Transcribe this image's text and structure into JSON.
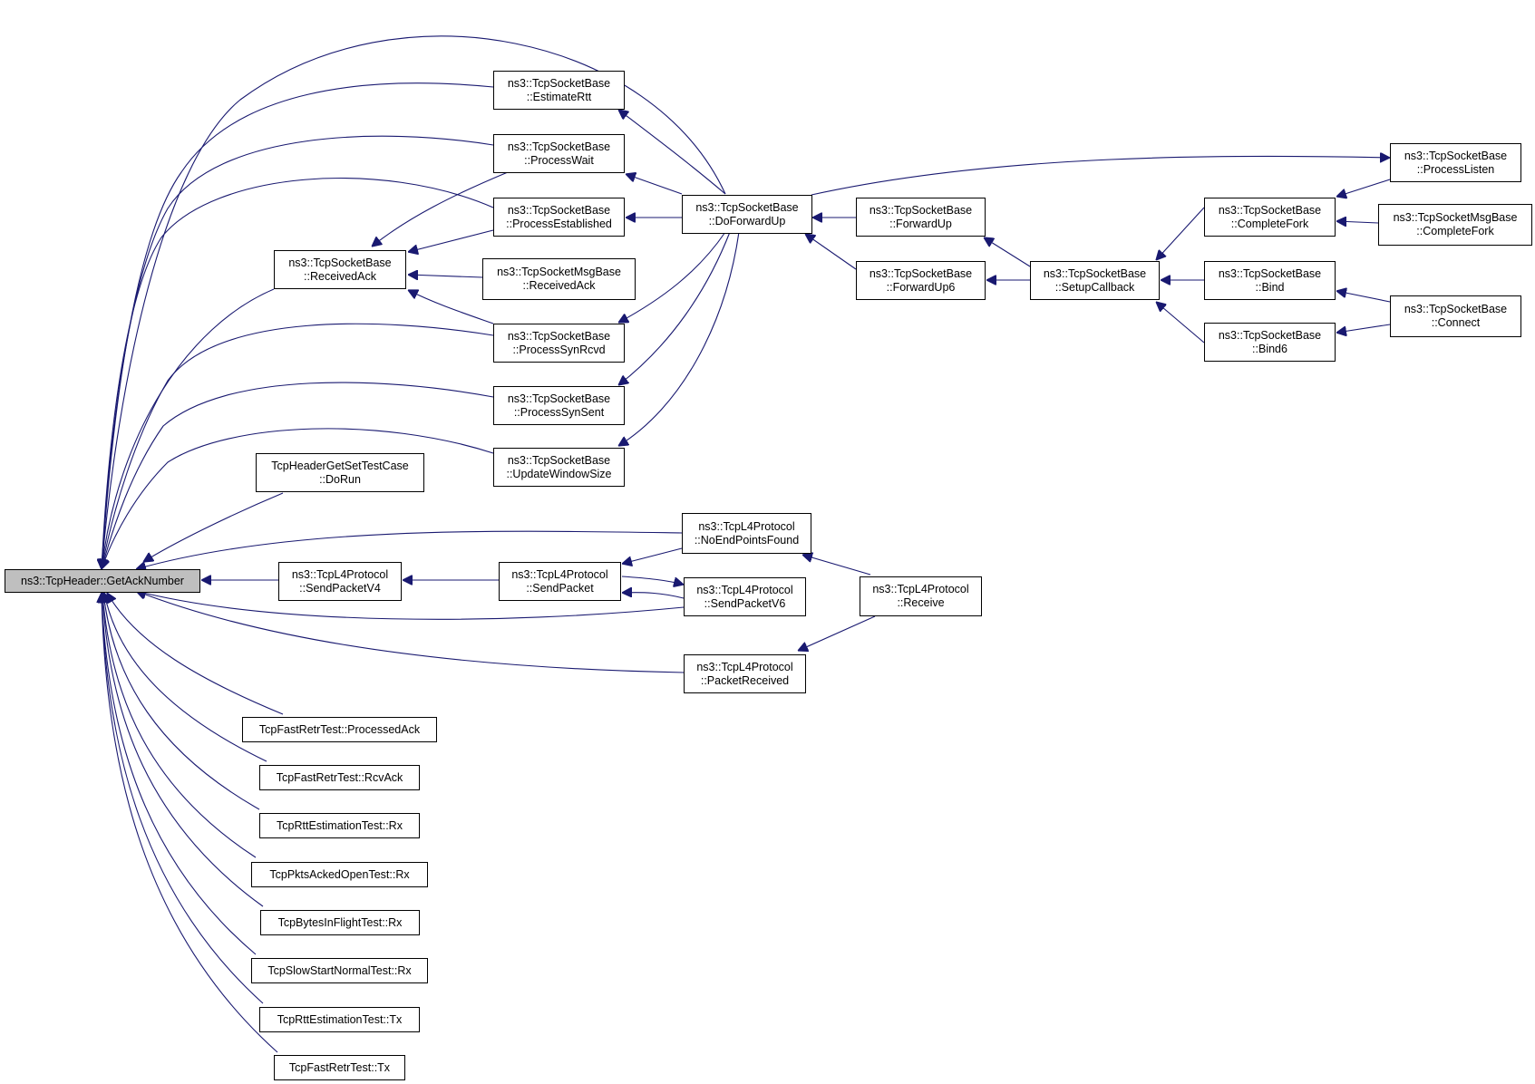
{
  "colors": {
    "edge": "#191970",
    "root_fill": "#bfbfbf",
    "node_fill": "#ffffff",
    "border": "#000000"
  },
  "nodes": {
    "getack": {
      "l1": "ns3::TcpHeader::GetAckNumber",
      "l2": ""
    },
    "estimate": {
      "l1": "ns3::TcpSocketBase",
      "l2": "::EstimateRtt"
    },
    "wait": {
      "l1": "ns3::TcpSocketBase",
      "l2": "::ProcessWait"
    },
    "established": {
      "l1": "ns3::TcpSocketBase",
      "l2": "::ProcessEstablished"
    },
    "recvack": {
      "l1": "ns3::TcpSocketBase",
      "l2": "::ReceivedAck"
    },
    "msgrecvack": {
      "l1": "ns3::TcpSocketMsgBase",
      "l2": "::ReceivedAck"
    },
    "synrcvd": {
      "l1": "ns3::TcpSocketBase",
      "l2": "::ProcessSynRcvd"
    },
    "synsent": {
      "l1": "ns3::TcpSocketBase",
      "l2": "::ProcessSynSent"
    },
    "updatewin": {
      "l1": "ns3::TcpSocketBase",
      "l2": "::UpdateWindowSize"
    },
    "hdrtest": {
      "l1": "TcpHeaderGetSetTestCase",
      "l2": "::DoRun"
    },
    "doforward": {
      "l1": "ns3::TcpSocketBase",
      "l2": "::DoForwardUp"
    },
    "forwardup": {
      "l1": "ns3::TcpSocketBase",
      "l2": "::ForwardUp"
    },
    "forwardup6": {
      "l1": "ns3::TcpSocketBase",
      "l2": "::ForwardUp6"
    },
    "setupcb": {
      "l1": "ns3::TcpSocketBase",
      "l2": "::SetupCallback"
    },
    "completefork": {
      "l1": "ns3::TcpSocketBase",
      "l2": "::CompleteFork"
    },
    "msgcompletefork": {
      "l1": "ns3::TcpSocketMsgBase",
      "l2": "::CompleteFork"
    },
    "processlisten": {
      "l1": "ns3::TcpSocketBase",
      "l2": "::ProcessListen"
    },
    "bind": {
      "l1": "ns3::TcpSocketBase",
      "l2": "::Bind"
    },
    "bind6": {
      "l1": "ns3::TcpSocketBase",
      "l2": "::Bind6"
    },
    "connect": {
      "l1": "ns3::TcpSocketBase",
      "l2": "::Connect"
    },
    "sendv4": {
      "l1": "ns3::TcpL4Protocol",
      "l2": "::SendPacketV4"
    },
    "sendpacket": {
      "l1": "ns3::TcpL4Protocol",
      "l2": "::SendPacket"
    },
    "noend": {
      "l1": "ns3::TcpL4Protocol",
      "l2": "::NoEndPointsFound"
    },
    "sendv6": {
      "l1": "ns3::TcpL4Protocol",
      "l2": "::SendPacketV6"
    },
    "receive": {
      "l1": "ns3::TcpL4Protocol",
      "l2": "::Receive"
    },
    "pktrecv": {
      "l1": "ns3::TcpL4Protocol",
      "l2": "::PacketReceived"
    },
    "fr_proc": {
      "l1": "TcpFastRetrTest::ProcessedAck",
      "l2": ""
    },
    "fr_rcv": {
      "l1": "TcpFastRetrTest::RcvAck",
      "l2": ""
    },
    "rtt_rx": {
      "l1": "TcpRttEstimationTest::Rx",
      "l2": ""
    },
    "pkts_rx": {
      "l1": "TcpPktsAckedOpenTest::Rx",
      "l2": ""
    },
    "bif_rx": {
      "l1": "TcpBytesInFlightTest::Rx",
      "l2": ""
    },
    "ss_rx": {
      "l1": "TcpSlowStartNormalTest::Rx",
      "l2": ""
    },
    "rtt_tx": {
      "l1": "TcpRttEstimationTest::Tx",
      "l2": ""
    },
    "fr_tx": {
      "l1": "TcpFastRetrTest::Tx",
      "l2": ""
    }
  }
}
